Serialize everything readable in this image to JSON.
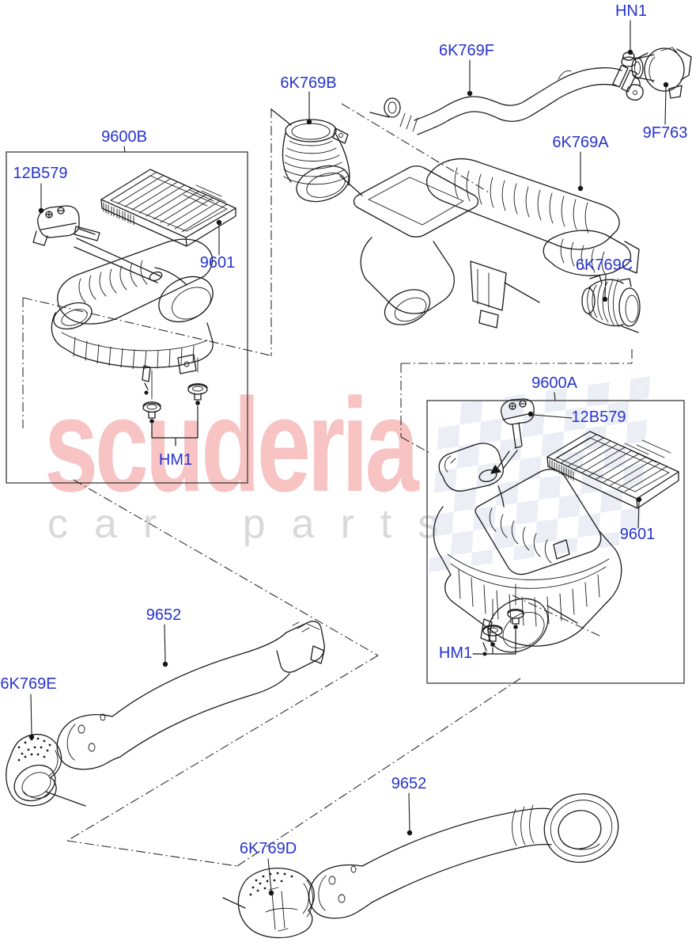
{
  "watermark": {
    "brand": "scuderia",
    "tagline": "car parts",
    "brand_color": "#f7c3c3",
    "tagline_color": "#d9d9d9",
    "flag_color": "#dce1ee"
  },
  "colors": {
    "label_blue": "#2633cc",
    "line_black": "#1b1b1b",
    "box_border": "#3a3a3a"
  },
  "labels": [
    {
      "id": "9600B",
      "text": "9600B"
    },
    {
      "id": "12B579-left",
      "text": "12B579"
    },
    {
      "id": "9601-left",
      "text": "9601"
    },
    {
      "id": "HM1-left",
      "text": "HM1"
    },
    {
      "id": "6K769B",
      "text": "6K769B"
    },
    {
      "id": "6K769F",
      "text": "6K769F"
    },
    {
      "id": "HN1",
      "text": "HN1"
    },
    {
      "id": "9F763",
      "text": "9F763"
    },
    {
      "id": "6K769A",
      "text": "6K769A"
    },
    {
      "id": "6K769C",
      "text": "6K769C"
    },
    {
      "id": "9600A",
      "text": "9600A"
    },
    {
      "id": "12B579-right",
      "text": "12B579"
    },
    {
      "id": "9601-right",
      "text": "9601"
    },
    {
      "id": "HM1-right",
      "text": "HM1"
    },
    {
      "id": "9652-left",
      "text": "9652"
    },
    {
      "id": "6K769E",
      "text": "6K769E"
    },
    {
      "id": "9652-bottom",
      "text": "9652"
    },
    {
      "id": "6K769D",
      "text": "6K769D"
    }
  ]
}
